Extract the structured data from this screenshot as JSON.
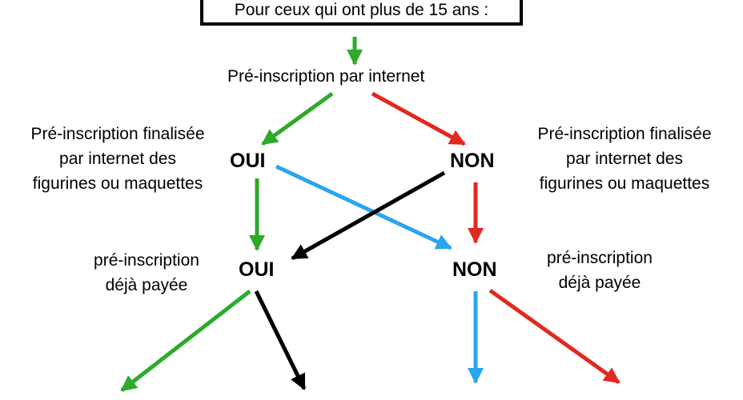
{
  "title": "Pour ceux qui ont plus de 15 ans :",
  "preinscription_label": "Pré-inscription par internet",
  "finalisee_left": [
    "Pré-inscription finalisée",
    "par internet des",
    "figurines ou maquettes"
  ],
  "finalisee_right": [
    "Pré-inscription finalisée",
    "par internet des",
    "figurines ou maquettes"
  ],
  "payee_left": [
    "pré-inscription",
    "déjà payée"
  ],
  "payee_right": [
    "pré-inscription",
    "déjà payée"
  ],
  "nodes": {
    "oui_1": "OUI",
    "non_1": "NON",
    "oui_2": "OUI",
    "non_2": "NON"
  },
  "colors": {
    "green": "#2eaa2a",
    "red": "#e3281f",
    "blue": "#2aa5f0",
    "black": "#000000"
  }
}
